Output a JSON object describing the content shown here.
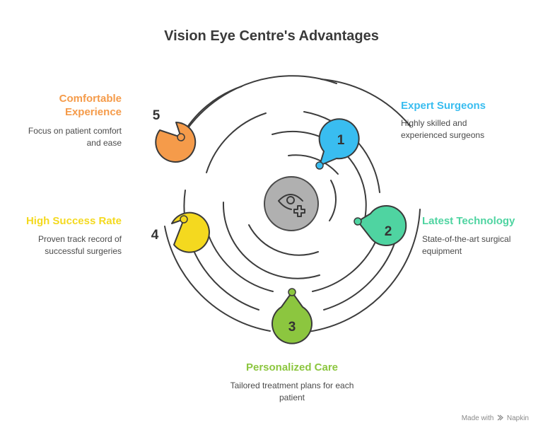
{
  "title": "Vision Eye Centre's Advantages",
  "center_icon": "eye-plus-icon",
  "features": [
    {
      "number": "1",
      "title": "Expert Surgeons",
      "description": "Highly skilled and experienced surgeons",
      "color": "#39bdf0"
    },
    {
      "number": "2",
      "title": "Latest Technology",
      "description": "State-of-the-art surgical equipment",
      "color": "#4fd4a1"
    },
    {
      "number": "3",
      "title": "Personalized Care",
      "description": "Tailored treatment plans for each patient",
      "color": "#8cc63f"
    },
    {
      "number": "4",
      "title": "High Success Rate",
      "description": "Proven track record of successful surgeries",
      "color": "#f4d91f"
    },
    {
      "number": "5",
      "title": "Comfortable Experience",
      "description": "Focus on patient comfort and ease",
      "color": "#f59b4a"
    }
  ],
  "footer": {
    "made_with": "Made with",
    "brand": "Napkin"
  }
}
